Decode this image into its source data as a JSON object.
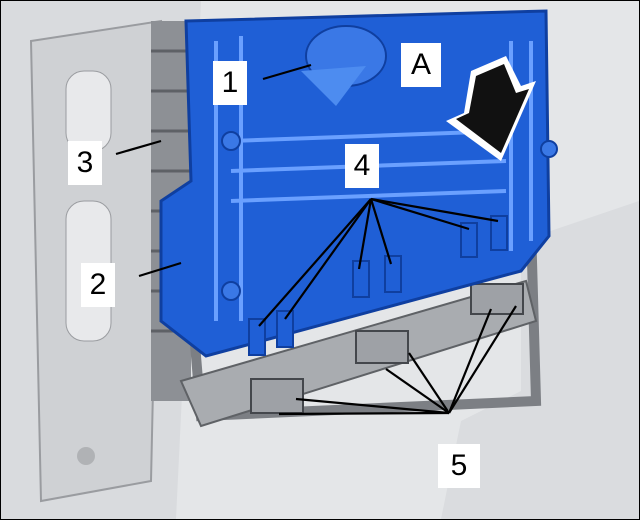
{
  "callouts": [
    {
      "id": "1",
      "text": "1"
    },
    {
      "id": "2",
      "text": "2"
    },
    {
      "id": "3",
      "text": "3"
    },
    {
      "id": "4",
      "text": "4"
    },
    {
      "id": "5",
      "text": "5"
    },
    {
      "id": "A",
      "text": "A"
    }
  ],
  "colors": {
    "module": "#1f5fd6",
    "module_dark": "#0f3fa0",
    "module_light": "#6aa0ff",
    "bracket": "#b9bcc0",
    "panel": "#d4d6d9",
    "arrow": "#111111"
  }
}
